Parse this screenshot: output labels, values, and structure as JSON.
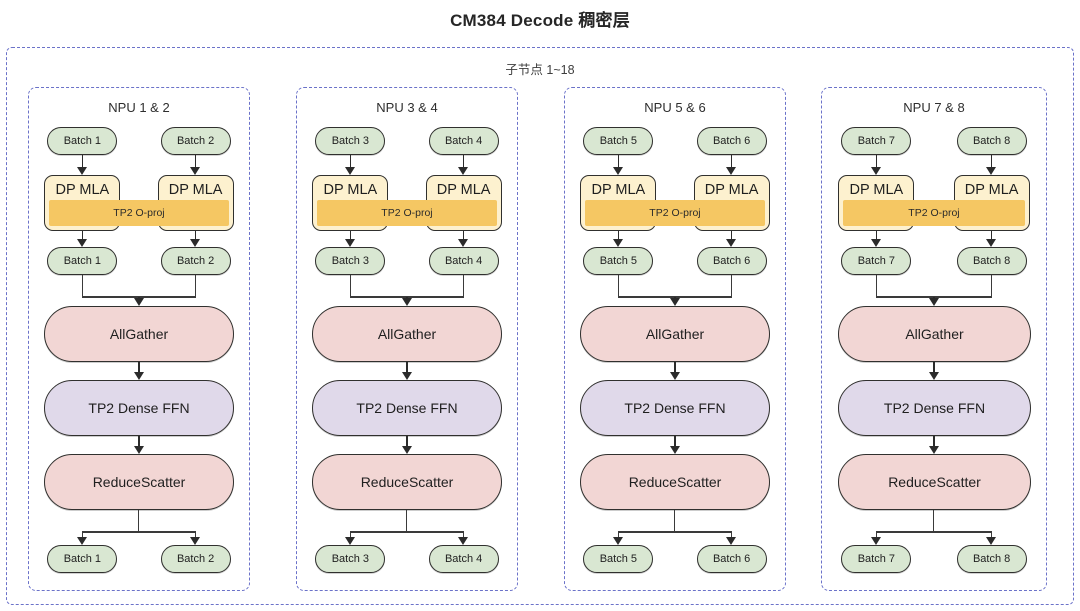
{
  "title": "CM384 Decode 稠密层",
  "outer": {
    "label": "子节点 1~18"
  },
  "labels": {
    "mla": "DP MLA",
    "oproj": "TP2 O-proj",
    "allgather": "AllGather",
    "ffn": "TP2 Dense FFN",
    "reducescatter": "ReduceScatter"
  },
  "colors": {
    "dashed_border": "#6b72c9",
    "batch_fill": "#d9e7d2",
    "mla_fill": "#fdf1cf",
    "oproj_fill": "#f5c763",
    "collective_fill": "#f2d6d4",
    "ffn_fill": "#e0d9ea",
    "node_stroke": "#30302e",
    "title_color": "#262626"
  },
  "groups": [
    {
      "title": "NPU 1 & 2",
      "batches_in": [
        "Batch 1",
        "Batch 2"
      ],
      "mla": [
        "DP MLA",
        "DP MLA"
      ],
      "oproj": "TP2 O-proj",
      "batches_mid": [
        "Batch 1",
        "Batch 2"
      ],
      "allgather": "AllGather",
      "ffn": "TP2 Dense FFN",
      "reducescatter": "ReduceScatter",
      "batches_out": [
        "Batch 1",
        "Batch 2"
      ]
    },
    {
      "title": "NPU 3 & 4",
      "batches_in": [
        "Batch 3",
        "Batch 4"
      ],
      "mla": [
        "DP MLA",
        "DP MLA"
      ],
      "oproj": "TP2 O-proj",
      "batches_mid": [
        "Batch 3",
        "Batch 4"
      ],
      "allgather": "AllGather",
      "ffn": "TP2 Dense FFN",
      "reducescatter": "ReduceScatter",
      "batches_out": [
        "Batch 3",
        "Batch 4"
      ]
    },
    {
      "title": "NPU 5 & 6",
      "batches_in": [
        "Batch 5",
        "Batch 6"
      ],
      "mla": [
        "DP MLA",
        "DP MLA"
      ],
      "oproj": "TP2 O-proj",
      "batches_mid": [
        "Batch 5",
        "Batch 6"
      ],
      "allgather": "AllGather",
      "ffn": "TP2 Dense FFN",
      "reducescatter": "ReduceScatter",
      "batches_out": [
        "Batch 5",
        "Batch 6"
      ]
    },
    {
      "title": "NPU 7 & 8",
      "batches_in": [
        "Batch 7",
        "Batch 8"
      ],
      "mla": [
        "DP MLA",
        "DP MLA"
      ],
      "oproj": "TP2 O-proj",
      "batches_mid": [
        "Batch 7",
        "Batch 8"
      ],
      "allgather": "AllGather",
      "ffn": "TP2 Dense FFN",
      "reducescatter": "ReduceScatter",
      "batches_out": [
        "Batch 7",
        "Batch 8"
      ]
    }
  ]
}
